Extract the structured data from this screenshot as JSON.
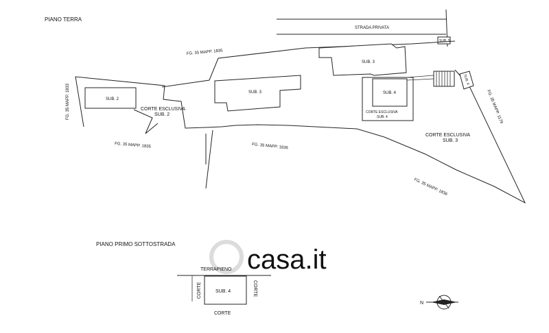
{
  "headings": {
    "ground_floor": "PIANO TERRA",
    "basement": "PIANO PRIMO SOTTOSTRADA"
  },
  "road": {
    "label": "STRADA PRIVATA",
    "sub_tag": "SUB. 5"
  },
  "parcels": {
    "top": "FG. 35  MAPP. 1835",
    "left": "FG. 35  MAPP. 1833",
    "bottom_left": "FG. 35  MAPP. 1835",
    "bottom_mid": "FG. 35  MAPP. 1836",
    "bottom_right": "FG. 35  MAPP. 1836",
    "right": "FG. 35  MAPP. 1179"
  },
  "units": {
    "sub2": "SUB. 2",
    "sub3_mid": "SUB. 3",
    "sub3_top": "SUB. 3",
    "sub4": "SUB. 4",
    "sub4_basement": "SUB. 4",
    "stair_tag": "SUB. 4"
  },
  "courts": {
    "sub2": {
      "line1": "CORTE ESCLUSIVA",
      "line2": "SUB. 2"
    },
    "sub4": {
      "line1": "CORTE ESCLUSIVA",
      "line2": "SUB. 4"
    },
    "sub3": {
      "line1": "CORTE ESCLUSIVA",
      "line2": "SUB. 3"
    }
  },
  "basement": {
    "top_label": "TERRAPIENO",
    "left_label": "CORTE",
    "right_label": "CORTE",
    "bottom_label": "CORTE"
  },
  "compass": {
    "letter": "N"
  },
  "watermark": {
    "text": "casa.it"
  }
}
